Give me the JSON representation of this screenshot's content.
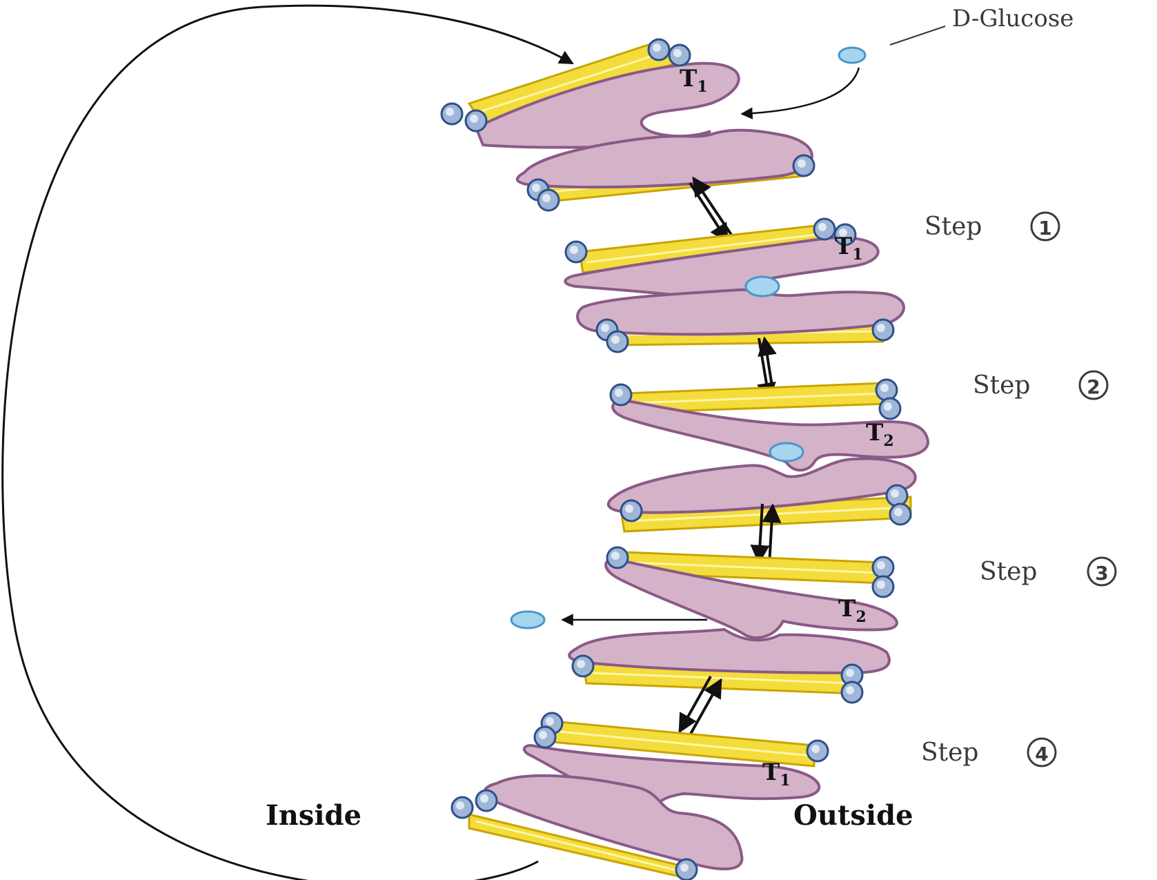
{
  "labels": {
    "glucose": "D-Glucose",
    "inside": "Inside",
    "outside": "Outside"
  },
  "steps": [
    {
      "word": "Step",
      "num": "1"
    },
    {
      "word": "Step",
      "num": "2"
    },
    {
      "word": "Step",
      "num": "3"
    },
    {
      "word": "Step",
      "num": "4"
    }
  ],
  "states": [
    {
      "name": "T",
      "sub": "1"
    },
    {
      "name": "T",
      "sub": "1"
    },
    {
      "name": "T",
      "sub": "2"
    },
    {
      "name": "T",
      "sub": "2"
    },
    {
      "name": "T",
      "sub": "1"
    }
  ],
  "colors": {
    "protein_fill": "#d4b3c9",
    "protein_stroke": "#8a5a86",
    "lipid_yellow": "#f3dc3c",
    "lipid_edge": "#c9a400",
    "head_blue": "#9fb6d6",
    "head_edge": "#2e4f8a",
    "glucose_fill": "#a7d4ef",
    "glucose_edge": "#4a96c9",
    "arrow": "#111111"
  }
}
